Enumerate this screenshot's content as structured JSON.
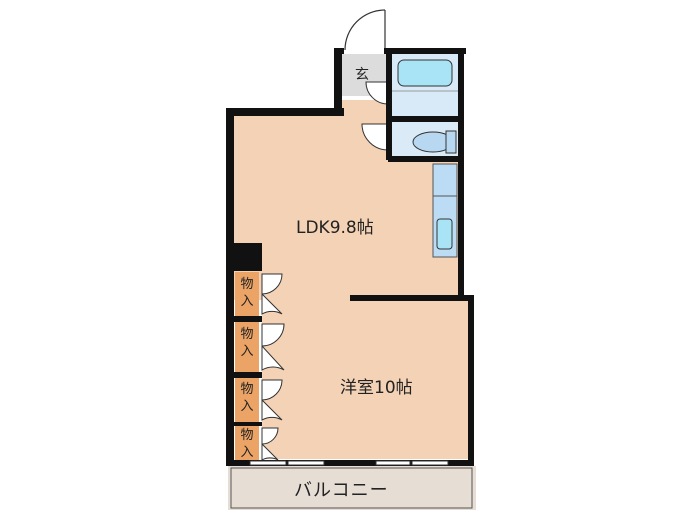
{
  "floorplan": {
    "rooms": {
      "ldk": {
        "label": "LDK9.8帖",
        "color": "#f3d2b6"
      },
      "western_room": {
        "label": "洋室10帖",
        "color": "#f3d2b6"
      },
      "entrance": {
        "label": "玄",
        "color": "#dcdcdc"
      },
      "balcony": {
        "label": "バルコニー",
        "color": "#e6ddd5"
      },
      "bath": {
        "color": "#cfe6f5"
      },
      "toilet": {
        "color": "#dbeaf7"
      },
      "kitchen": {
        "color": "#bcdcf5"
      }
    },
    "closets": [
      {
        "label_top": "物",
        "label_bottom": "入"
      },
      {
        "label_top": "物",
        "label_bottom": "入"
      },
      {
        "label_top": "物",
        "label_bottom": "入"
      },
      {
        "label_top": "物",
        "label_bottom": "入"
      }
    ],
    "colors": {
      "wall": "#111111",
      "closet": "#eba466",
      "fixture": "#a8e4f5"
    }
  }
}
